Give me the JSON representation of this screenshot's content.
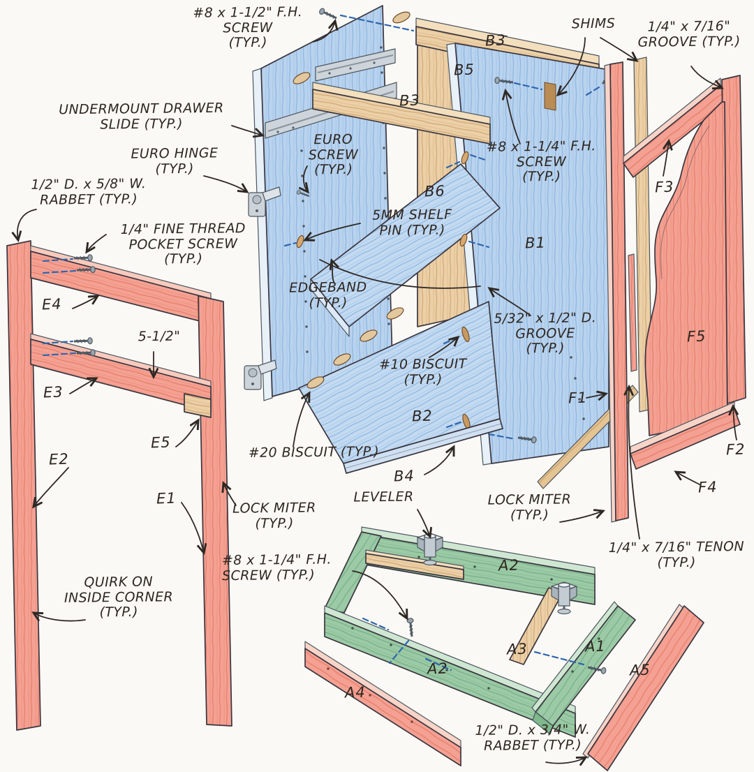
{
  "annotations": {
    "screw_8x1_5": "#8 x 1-1/2\" F.H.\nSCREW\n(TYP.)",
    "shims": "SHIMS",
    "groove_quarter": "1/4\" x 7/16\"\nGROOVE (TYP.)",
    "undermount_slide": "UNDERMOUNT DRAWER\nSLIDE (TYP.)",
    "euro_hinge": "EURO HINGE\n(TYP.)",
    "rabbet_half_58": "1/2\" D. x 5/8\" W.\nRABBET (TYP.)",
    "pocket_screw": "1/4\" FINE THREAD\nPOCKET SCREW\n(TYP.)",
    "euro_screw": "EURO\nSCREW\n(TYP.)",
    "screw_8x1_25_upper": "#8 x 1-1/4\" F.H.\nSCREW\n(TYP.)",
    "shelf_pin": "5MM SHELF\nPIN (TYP.)",
    "edgeband": "EDGEBAND\n(TYP.)",
    "groove_532": "5/32\" x 1/2\" D.\nGROOVE\n(TYP.)",
    "biscuit_10": "#10 BISCUIT\n(TYP.)",
    "dim_5_5": "5-1/2\"",
    "biscuit_20": "#20 BISCUIT (TYP.)",
    "lock_miter_left": "LOCK MITER\n(TYP.)",
    "leveler": "LEVELER",
    "quirk": "QUIRK ON\nINSIDE CORNER\n(TYP.)",
    "screw_8x1_25_lower": "#8 x 1-1/4\" F.H.\nSCREW (TYP.)",
    "lock_miter_right": "LOCK MITER\n(TYP.)",
    "tenon": "1/4\" x 7/16\" TENON\n(TYP.)",
    "rabbet_half_34": "1/2\" D. x 3/4\" W.\nRABBET (TYP.)"
  },
  "part_labels": {
    "b1": "B1",
    "b2": "B2",
    "b3_rear": "B3",
    "b3_front": "B3",
    "b4": "B4",
    "b5": "B5",
    "b6": "B6",
    "e1": "E1",
    "e2": "E2",
    "e3": "E3",
    "e4": "E4",
    "e5": "E5",
    "f1": "F1",
    "f2": "F2",
    "f3": "F3",
    "f4": "F4",
    "f5": "F5",
    "a1": "A1",
    "a2_rear": "A2",
    "a2_front": "A2",
    "a3": "A3",
    "a4": "A4",
    "a5": "A5"
  },
  "colors": {
    "background": "#fbf9f5",
    "ink": "#2e2620",
    "blue_panel": "#b9d3ee",
    "blue_grain": "#92b8e2",
    "tan_wood": "#ecd0a7",
    "tan_grain": "#d3ad7c",
    "salmon_wood": "#f4a193",
    "salmon_grain": "#e8826f",
    "green_wood": "#9ccaa6",
    "green_grain": "#7bb389",
    "hardware_gray": "#c4ccd3",
    "dashed_line_blue": "#2f66ae"
  }
}
